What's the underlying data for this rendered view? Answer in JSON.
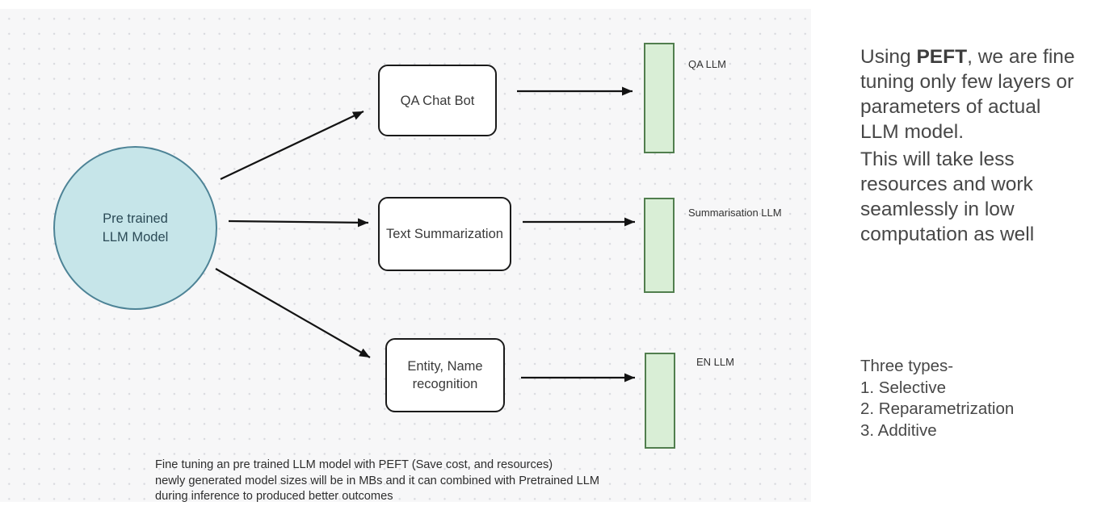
{
  "canvas": {
    "background": "#f7f7f8",
    "dot_color": "#d9dadf"
  },
  "diagram": {
    "source_node": {
      "label": "Pre trained\nLLM Model",
      "fill": "#c6e5e9",
      "border": "#4d8396",
      "text_color": "#2b4a56"
    },
    "task_nodes": [
      {
        "label": "QA Chat Bot"
      },
      {
        "label": "Text Summarization"
      },
      {
        "label": "Entity, Name\nrecognition"
      }
    ],
    "output_nodes": [
      {
        "label": "QA LLM"
      },
      {
        "label": "Summarisation LLM"
      },
      {
        "label": "EN LLM"
      }
    ],
    "output_fill": "#d9eed6",
    "output_border": "#517e4e",
    "arrow_color": "#131313",
    "caption": "Fine tuning an pre trained LLM model with PEFT (Save cost, and resources)\nnewly generated model sizes will be in MBs and it can combined with Pretrained LLM\nduring inference to produced better outcomes"
  },
  "notes": {
    "p1_prefix": "Using ",
    "p1_bold": "PEFT",
    "p1_rest": ", we are fine\ntuning only few layers or\nparameters of actual\nLLM model.",
    "p2": "This will take less\nresources and work\nseamlessly in low\ncomputation as well",
    "p3": "Three types-\n1. Selective\n2. Reparametrization\n3. Additive"
  }
}
